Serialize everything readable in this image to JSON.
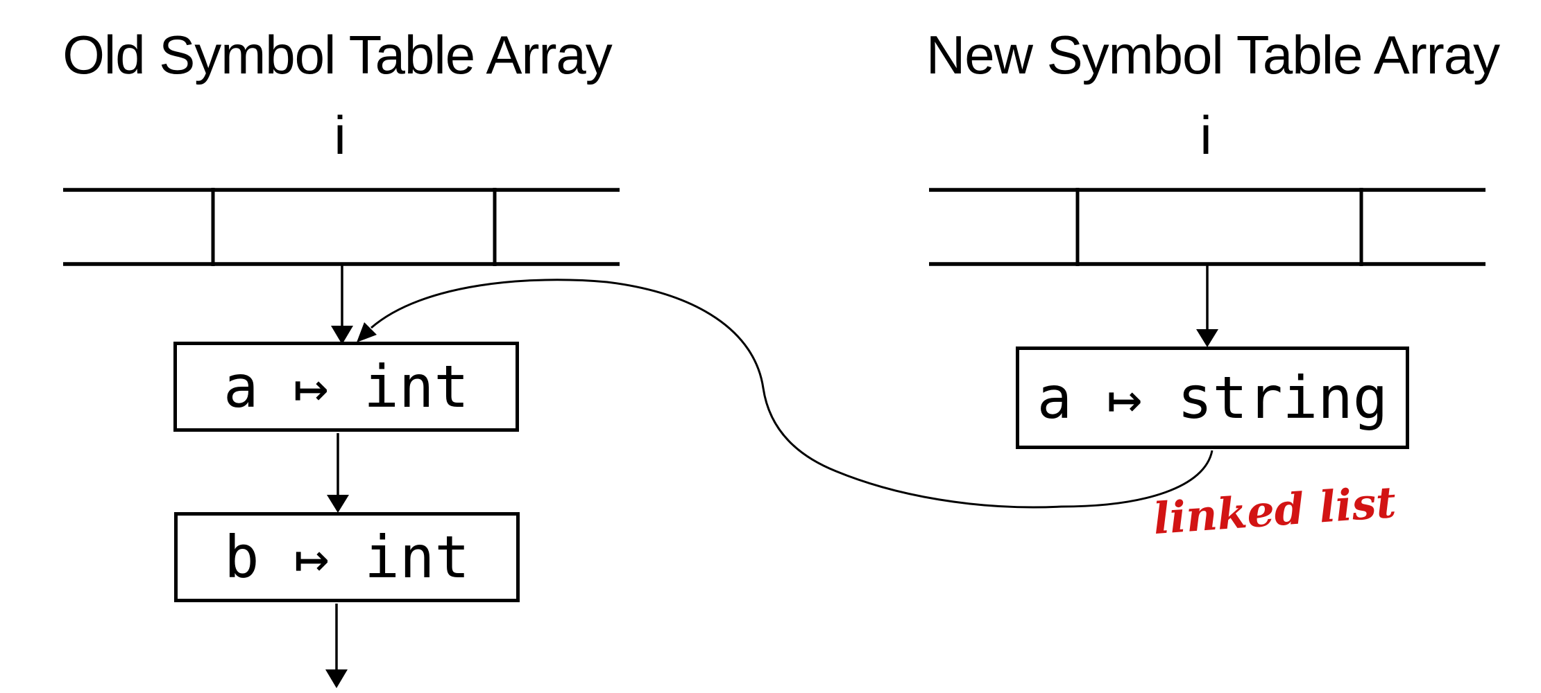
{
  "colors": {
    "ink": "#000000",
    "background": "#ffffff",
    "annotation_red": "#d21414"
  },
  "old_table": {
    "title": "Old Symbol Table Array",
    "index_label": "i",
    "entries": [
      "a ↦ int",
      "b ↦ int"
    ]
  },
  "new_table": {
    "title": "New Symbol Table Array",
    "index_label": "i",
    "entries": [
      "a ↦ string"
    ]
  },
  "annotation": {
    "text": "linked list"
  }
}
